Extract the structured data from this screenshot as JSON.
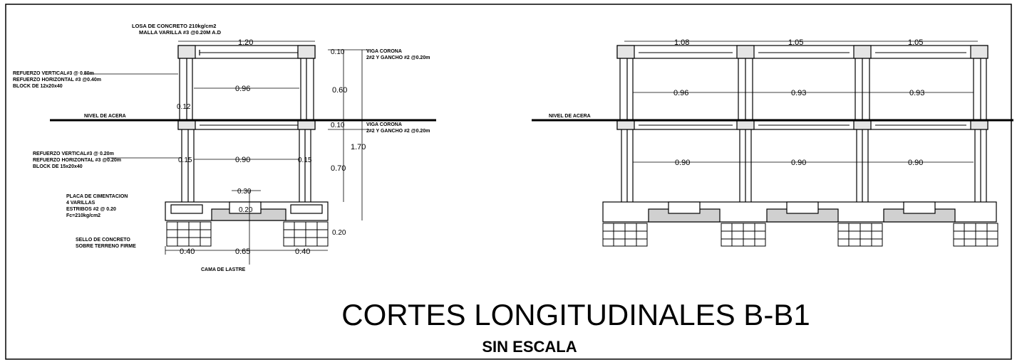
{
  "title": "CORTES LONGITUDINALES B-B1",
  "subtitle": "SIN ESCALA",
  "left_section": {
    "labels": {
      "slab_line1": "LOSA DE CONCRETO 210kg/cm2",
      "slab_line2": "MALLA VARILLA #3 @0.20M A.D",
      "vert_top_1": "REFUERZO VERTICAL#3 @ 0.80m",
      "vert_top_2": "REFUERZO HORIZONTAL #3 @0.40m",
      "vert_top_3": "BLOCK DE 12x20x40",
      "viga_top_1": "VIGA CORONA",
      "viga_top_2": "2#2 Y GANCHO #2 @0.20m",
      "nivel": "NIVEL DE ACERA",
      "viga_mid_1": "VIGA CORONA",
      "viga_mid_2": "2#2 Y GANCHO #2 @0.20m",
      "vert_bot_1": "REFUERZO VERTICAL#3 @ 0.20m",
      "vert_bot_2": "REFUERZO HORIZONTAL #3 @0.20m",
      "vert_bot_3": "BLOCK DE 15x20x40",
      "placa_1": "PLACA DE CIMENTACION",
      "placa_2": "4 VARILLAS",
      "placa_3": "ESTRIBOS #2 @ 0.20",
      "placa_4": "Fc=210kg/cm2",
      "sello_1": "SELLO DE CONCRETO",
      "sello_2": "SOBRE TERRENO FIRME",
      "cama": "CAMA DE LASTRE"
    },
    "dims": {
      "top_width": "1.20",
      "d010_top": "0.10",
      "d060": "0.60",
      "d096": "0.96",
      "d012": "0.12",
      "d010_mid": "0.10",
      "d170": "1.70",
      "d015_a": "0.15",
      "d090": "0.90",
      "d015_b": "0.15",
      "d070": "0.70",
      "d030": "0.30",
      "d020_mid": "0.20",
      "d020_side": "0.20",
      "d040_a": "0.40",
      "d065": "0.65",
      "d040_b": "0.40"
    }
  },
  "right_section": {
    "nivel": "NIVEL DE ACERA",
    "top_dims": [
      "1.08",
      "1.05",
      "1.05"
    ],
    "upper_dims": [
      "0.96",
      "0.93",
      "0.93"
    ],
    "lower_dims": [
      "0.90",
      "0.90",
      "0.90"
    ]
  }
}
